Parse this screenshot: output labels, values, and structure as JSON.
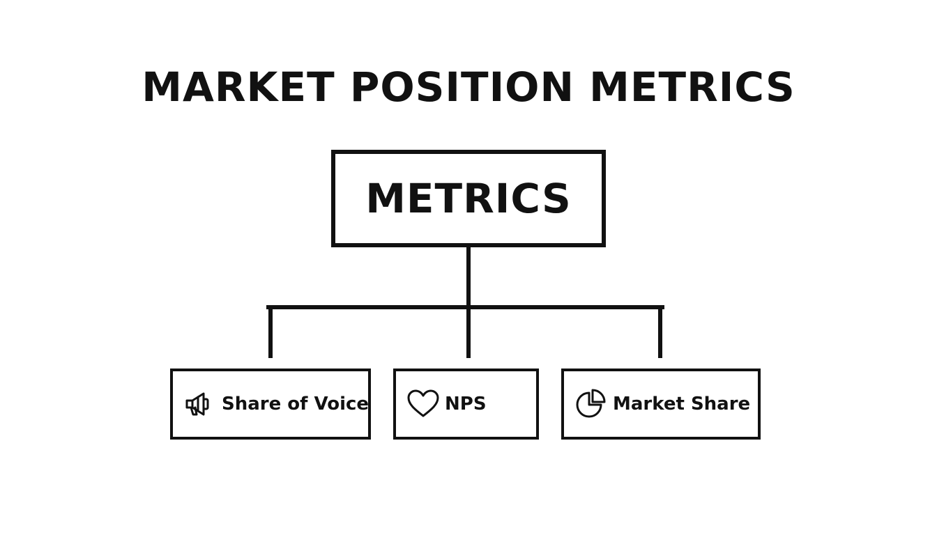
{
  "title": "MARKET POSITION METRICS",
  "root": {
    "label": "METRICS"
  },
  "leaves": [
    {
      "label": "Share of Voice",
      "icon": "megaphone-icon"
    },
    {
      "label": "NPS",
      "icon": "heart-icon"
    },
    {
      "label": "Market Share",
      "icon": "pie-chart-icon"
    }
  ],
  "colors": {
    "stroke": "#111111",
    "background": "#ffffff"
  }
}
